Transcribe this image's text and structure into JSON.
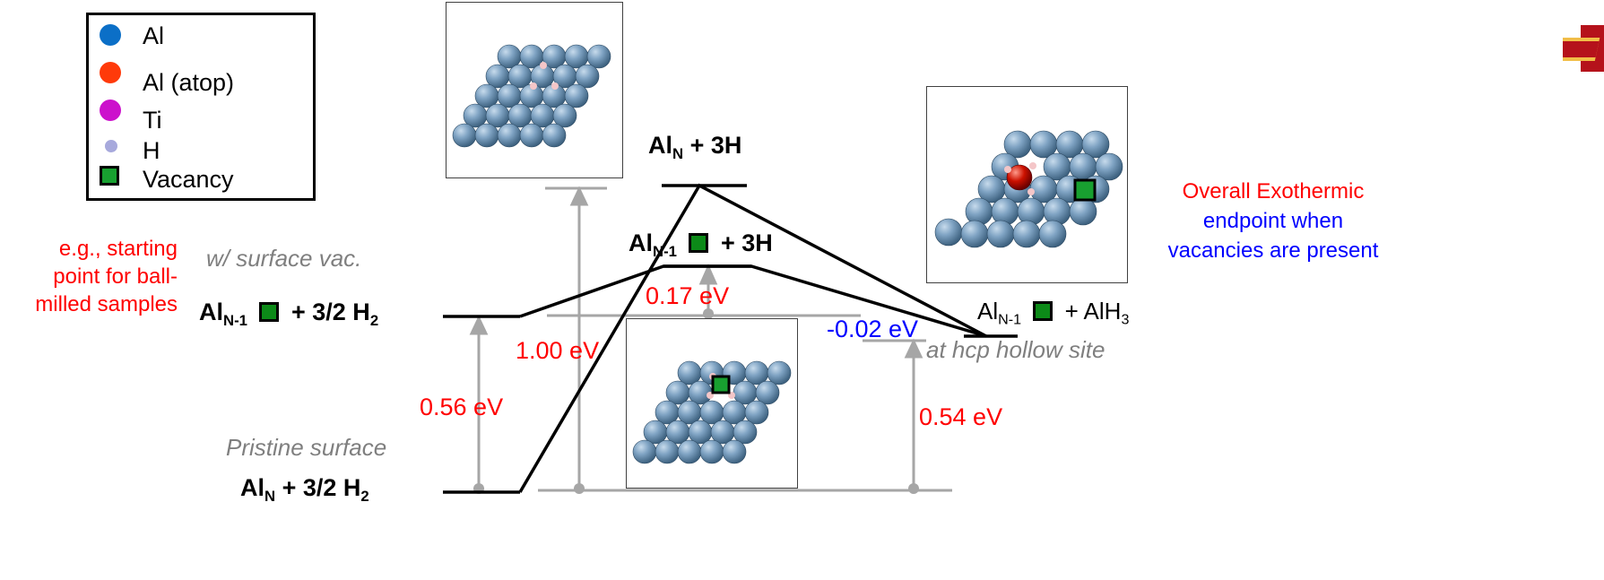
{
  "legend": {
    "items": [
      {
        "label": "Al",
        "color": "#0b6fc7",
        "marker": "circle-large"
      },
      {
        "label": "Al (atop)",
        "color": "#ff3a0a",
        "marker": "circle-large"
      },
      {
        "label": "Ti",
        "color": "#cc11cc",
        "marker": "circle-large"
      },
      {
        "label": "H",
        "color": "#a7a9dc",
        "marker": "circle-small"
      },
      {
        "label": "Vacancy",
        "color": "#18a030",
        "marker": "square"
      }
    ]
  },
  "annotations": {
    "ball_milled": [
      "e.g., starting",
      "point for ball-",
      "milled samples"
    ],
    "surface_vac": "w/ surface vac.",
    "pristine": "Pristine surface",
    "hcp_site": "at hcp hollow site",
    "overall": {
      "line1": "Overall Exothermic",
      "line2": "endpoint when",
      "line3": "vacancies are present"
    }
  },
  "states": {
    "aln_h2": {
      "main": "Al",
      "sub": "N",
      "rest": " + 3/2 H",
      "sub2": "2"
    },
    "alnm1_h2": {
      "main": "Al",
      "sub": "N-1",
      "rest": " + 3/2 H",
      "sub2": "2"
    },
    "aln_3h": {
      "main": "Al",
      "sub": "N",
      "rest": " + 3H"
    },
    "alnm1_3h": {
      "main": "Al",
      "sub": "N-1",
      "rest": " + 3H"
    },
    "alnm1_alh3": {
      "main": "Al",
      "sub": "N-1",
      "rest": " + AlH",
      "sub2": "3"
    }
  },
  "energies": {
    "e100": "1.00 eV",
    "e017": "0.17 eV",
    "e056": "0.56 eV",
    "e054": "0.54 eV",
    "em002": "-0.02 eV"
  },
  "colors": {
    "red": "#ff0000",
    "blue": "#0000ff",
    "gray": "#a6a6a6",
    "vacancy": "#0c8a18",
    "atom": "#6f94b4"
  }
}
